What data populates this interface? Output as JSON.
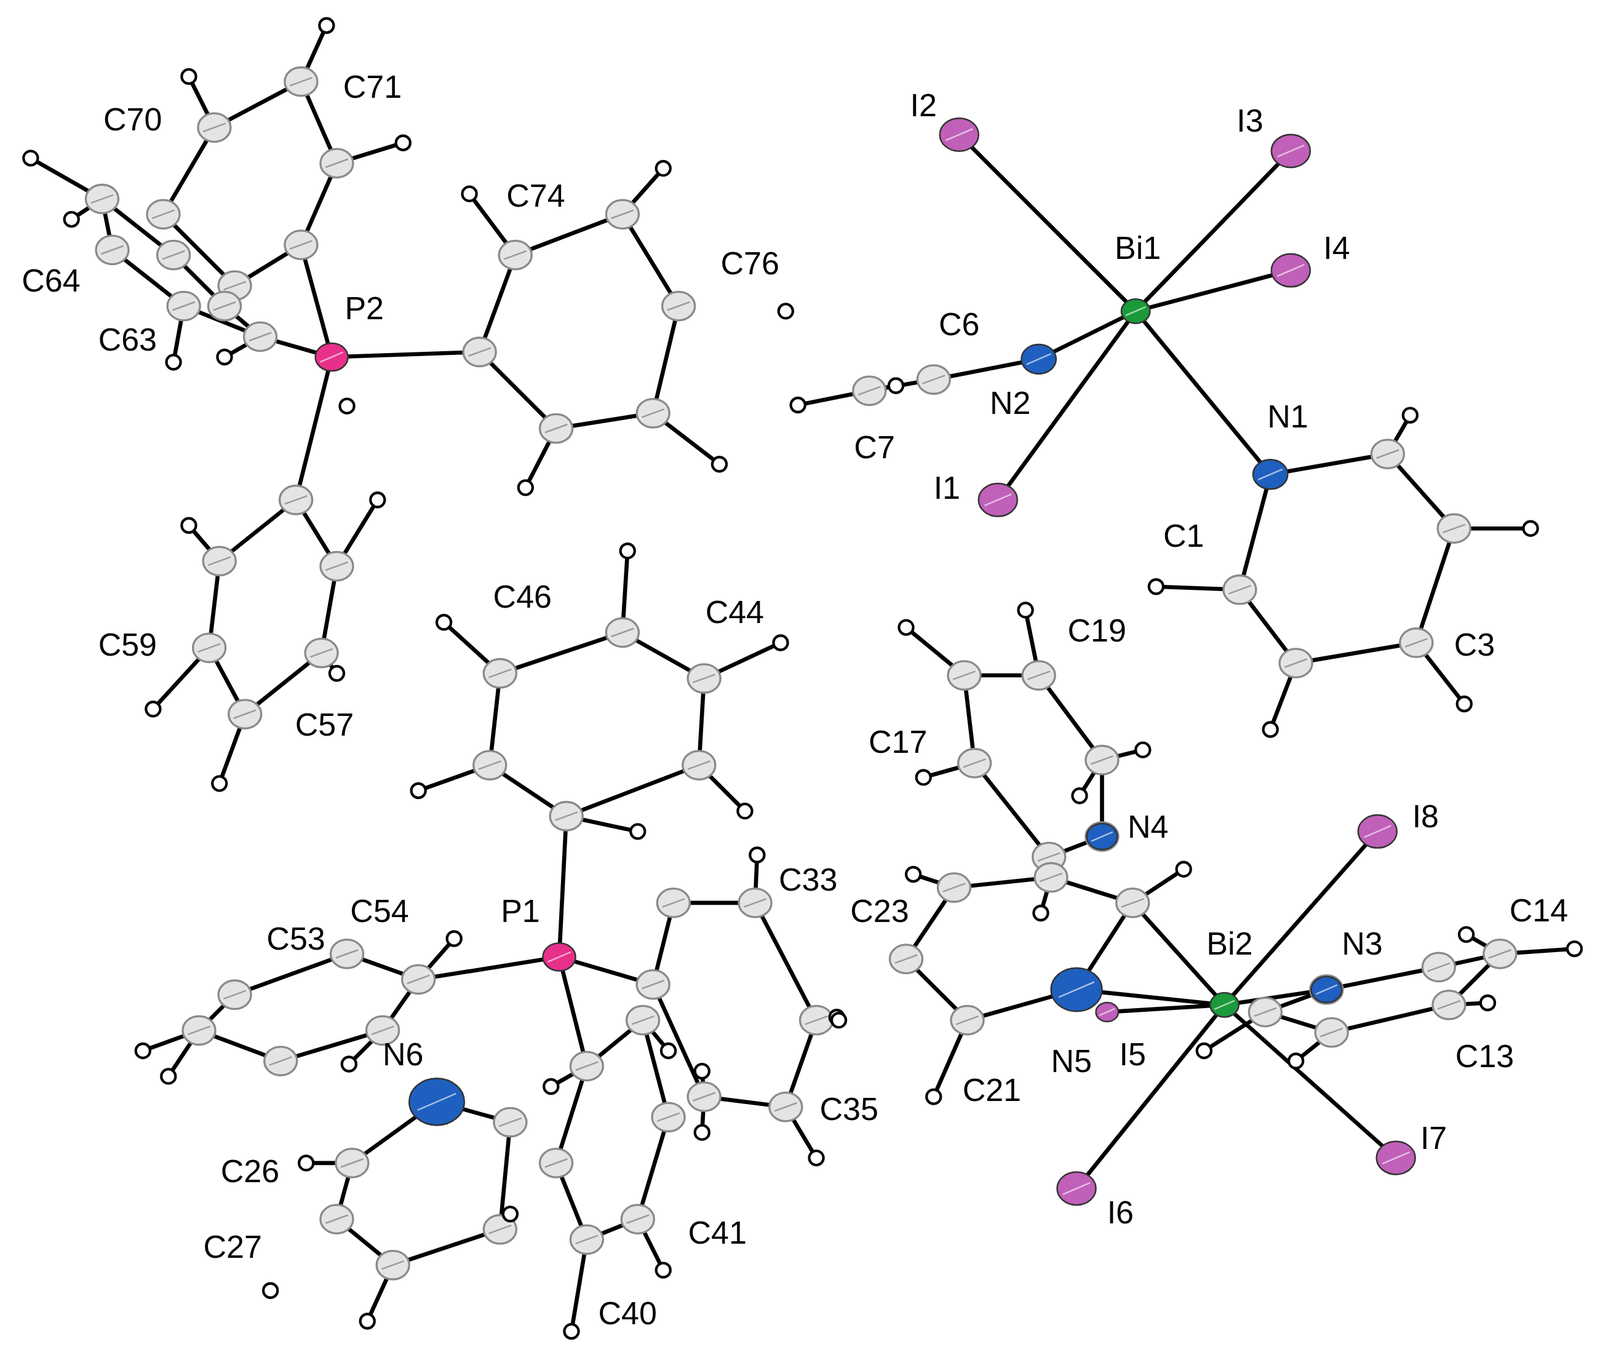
{
  "diagram": {
    "labels": [
      "C71",
      "C70",
      "I2",
      "I3",
      "Bi1",
      "I4",
      "C74",
      "C76",
      "C64",
      "P2",
      "C6",
      "N2",
      "C63",
      "C7",
      "N1",
      "I1",
      "C1",
      "C59",
      "C46",
      "C44",
      "C19",
      "C3",
      "C57",
      "C17",
      "I8",
      "N4",
      "C33",
      "C54",
      "P1",
      "C23",
      "C53",
      "Bi2",
      "N3",
      "C14",
      "N6",
      "I5",
      "N5",
      "C13",
      "C21",
      "C35",
      "C26",
      "I6",
      "I7",
      "C41",
      "C27",
      "C40"
    ]
  }
}
